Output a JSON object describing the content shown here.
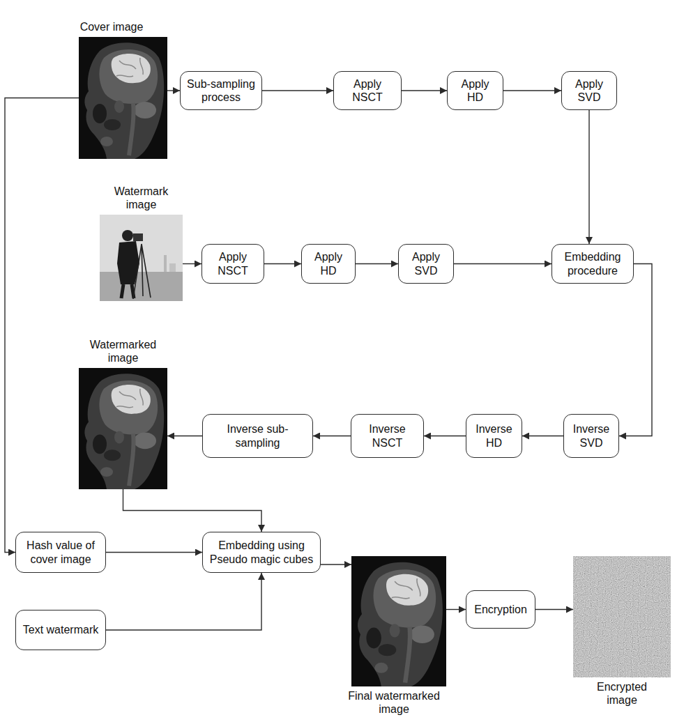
{
  "diagram": {
    "nodes": [
      {
        "text": [
          "Cover image"
        ]
      },
      {
        "text": [
          "Sub-sampling process"
        ]
      },
      {
        "text": [
          "Apply NSCT"
        ]
      },
      {
        "text": [
          "Apply HD"
        ]
      },
      {
        "text": [
          "Apply SVD"
        ]
      },
      {
        "text": [
          "Watermark image"
        ]
      },
      {
        "text": [
          "Apply NSCT"
        ]
      },
      {
        "text": [
          "Apply HD"
        ]
      },
      {
        "text": [
          "Apply SVD"
        ]
      },
      {
        "text": [
          "Embedding procedure"
        ]
      },
      {
        "text": [
          "Watermarked image"
        ]
      },
      {
        "text": [
          "Inverse sub-sampling"
        ]
      },
      {
        "text": [
          "Inverse NSCT"
        ]
      },
      {
        "text": [
          "Inverse HD"
        ]
      },
      {
        "text": [
          "Inverse SVD"
        ]
      },
      {
        "text": [
          "Hash value of cover image"
        ]
      },
      {
        "text": [
          "Text watermark"
        ]
      },
      {
        "text": [
          "Embedding using Pseudo magic cubes"
        ]
      },
      {
        "text": [
          "Final watermarked image"
        ]
      },
      {
        "text": [
          "Encryption"
        ]
      },
      {
        "text": [
          "Encrypted image"
        ]
      }
    ],
    "edges": [
      {
        "from": 0,
        "to": 1,
        "arrow": "to"
      },
      {
        "from": 1,
        "to": 2,
        "arrow": "to"
      },
      {
        "from": 2,
        "to": 3,
        "arrow": "to"
      },
      {
        "from": 3,
        "to": 4,
        "arrow": "to"
      },
      {
        "from": 4,
        "to": 9,
        "arrow": "to"
      },
      {
        "from": 5,
        "to": 6,
        "arrow": "to"
      },
      {
        "from": 6,
        "to": 7,
        "arrow": "to"
      },
      {
        "from": 7,
        "to": 8,
        "arrow": "to"
      },
      {
        "from": 8,
        "to": 9,
        "arrow": "to"
      },
      {
        "from": 9,
        "to": 14,
        "arrow": "to"
      },
      {
        "from": 14,
        "to": 13,
        "arrow": "to"
      },
      {
        "from": 13,
        "to": 12,
        "arrow": "to"
      },
      {
        "from": 12,
        "to": 11,
        "arrow": "to"
      },
      {
        "from": 11,
        "to": 10,
        "arrow": "to"
      },
      {
        "from": 10,
        "to": 17,
        "arrow": "to"
      },
      {
        "from": 0,
        "to": 15,
        "arrow": "to"
      },
      {
        "from": 15,
        "to": 17,
        "arrow": "to"
      },
      {
        "from": 16,
        "to": 17,
        "arrow": "to"
      },
      {
        "from": 17,
        "to": 18,
        "arrow": "to"
      },
      {
        "from": 18,
        "to": 19,
        "arrow": "to"
      },
      {
        "from": 19,
        "to": 20,
        "arrow": "to"
      }
    ]
  }
}
